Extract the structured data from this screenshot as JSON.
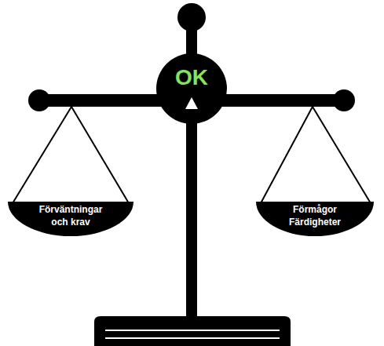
{
  "diagram": {
    "nodes": [
      {
        "text": [
          "OK"
        ]
      },
      {
        "text": [
          "Förväntningar och krav"
        ]
      },
      {
        "text": [
          "Förmågor Färdigheter"
        ]
      }
    ]
  }
}
